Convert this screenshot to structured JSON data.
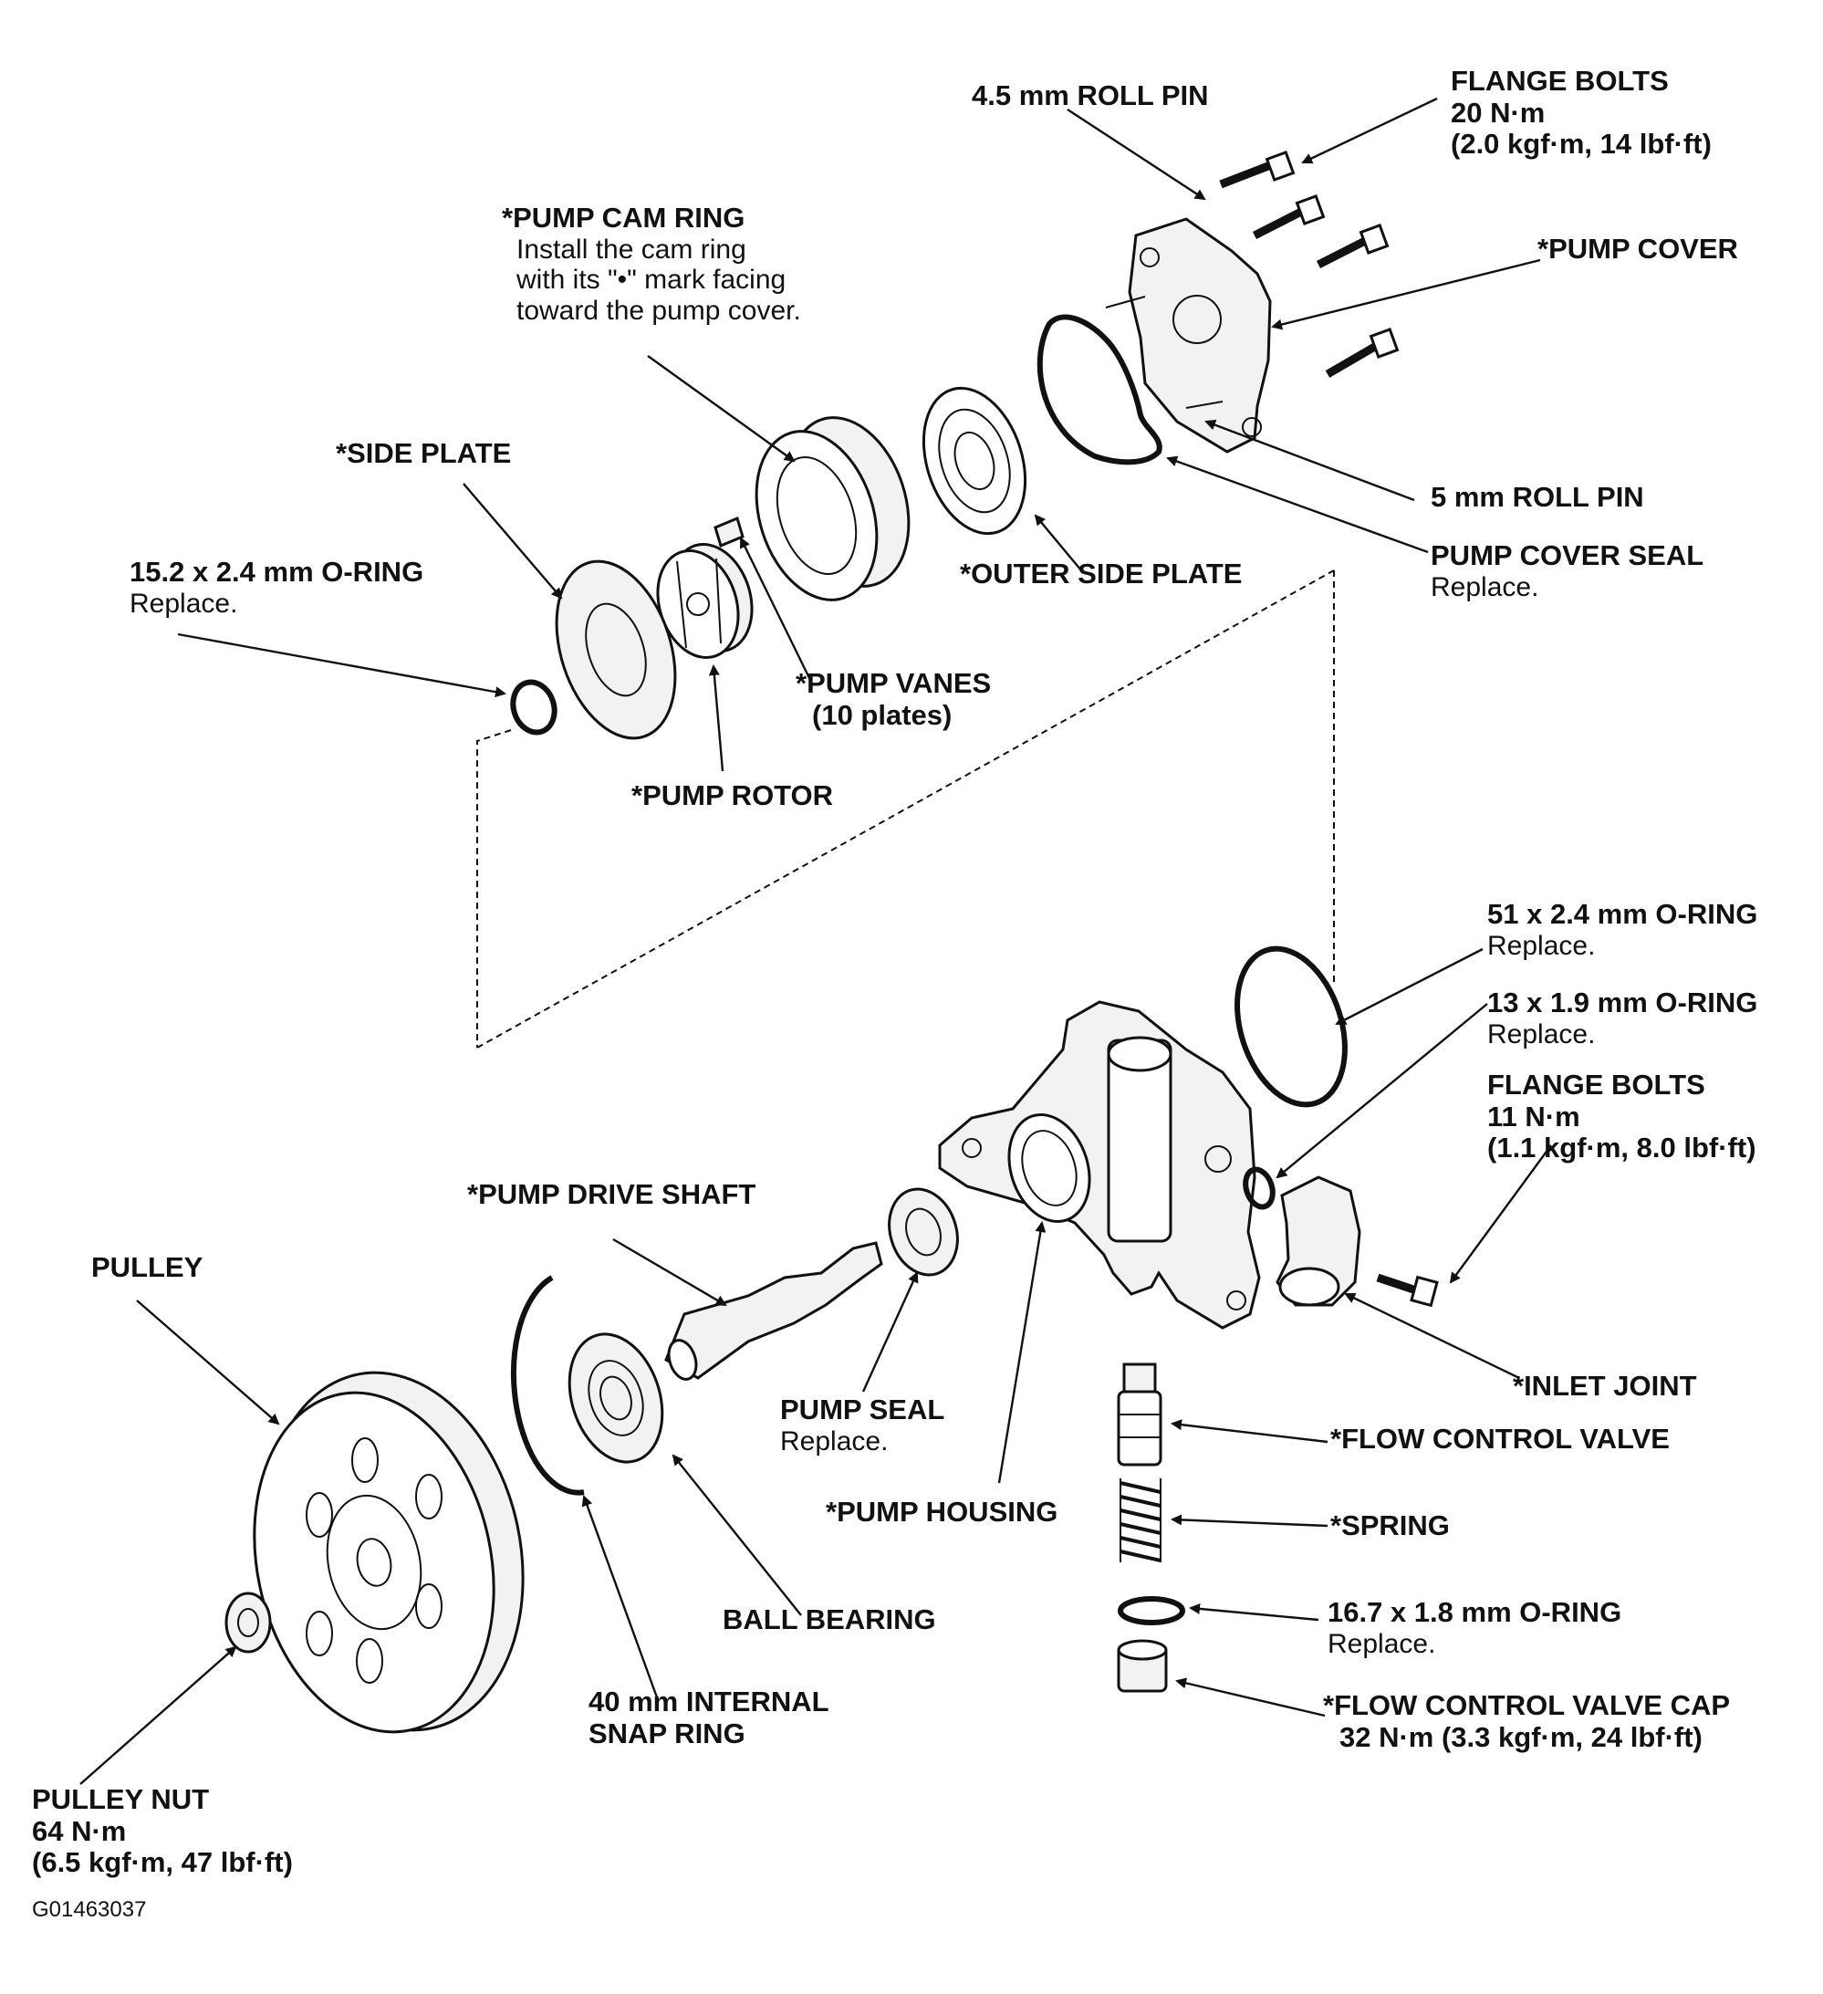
{
  "labels": {
    "roll_pin_45": "4.5 mm ROLL PIN",
    "flange_bolts_top": [
      "FLANGE BOLTS",
      "20 N·m",
      "(2.0 kgf·m, 14 lbf·ft)"
    ],
    "pump_cam_ring": [
      "*PUMP CAM RING",
      "Install the cam ring",
      "with its \"•\" mark facing",
      "toward the pump cover."
    ],
    "pump_cover": "*PUMP COVER",
    "side_plate": "*SIDE PLATE",
    "roll_pin_5": "5 mm ROLL PIN",
    "pump_cover_seal": [
      "PUMP COVER SEAL",
      "Replace."
    ],
    "o_ring_152": [
      "15.2 x 2.4 mm O-RING",
      "Replace."
    ],
    "outer_side_plate": "*OUTER SIDE PLATE",
    "pump_vanes": [
      "*PUMP VANES",
      "(10 plates)"
    ],
    "pump_rotor": "*PUMP ROTOR",
    "o_ring_51": [
      "51 x 2.4 mm O-RING",
      "Replace."
    ],
    "o_ring_13": [
      "13 x 1.9 mm O-RING",
      "Replace."
    ],
    "flange_bolts_side": [
      "FLANGE BOLTS",
      "11 N·m",
      "(1.1 kgf·m, 8.0 lbf·ft)"
    ],
    "pump_drive_shaft": "*PUMP DRIVE SHAFT",
    "pulley": "PULLEY",
    "inlet_joint": "*INLET JOINT",
    "pump_seal": [
      "PUMP SEAL",
      "Replace."
    ],
    "flow_control_valve": "*FLOW CONTROL VALVE",
    "pump_housing": "*PUMP HOUSING",
    "spring": "*SPRING",
    "ball_bearing": "BALL BEARING",
    "o_ring_167": [
      "16.7 x 1.8 mm O-RING",
      "Replace."
    ],
    "flow_control_valve_cap": [
      "*FLOW CONTROL VALVE CAP",
      "32 N·m (3.3 kgf·m, 24 lbf·ft)"
    ],
    "snap_ring": [
      "40 mm INTERNAL",
      "SNAP RING"
    ],
    "pulley_nut": [
      "PULLEY NUT",
      "64 N·m",
      "(6.5 kgf·m, 47 lbf·ft)"
    ],
    "figure_code": "G01463037"
  }
}
